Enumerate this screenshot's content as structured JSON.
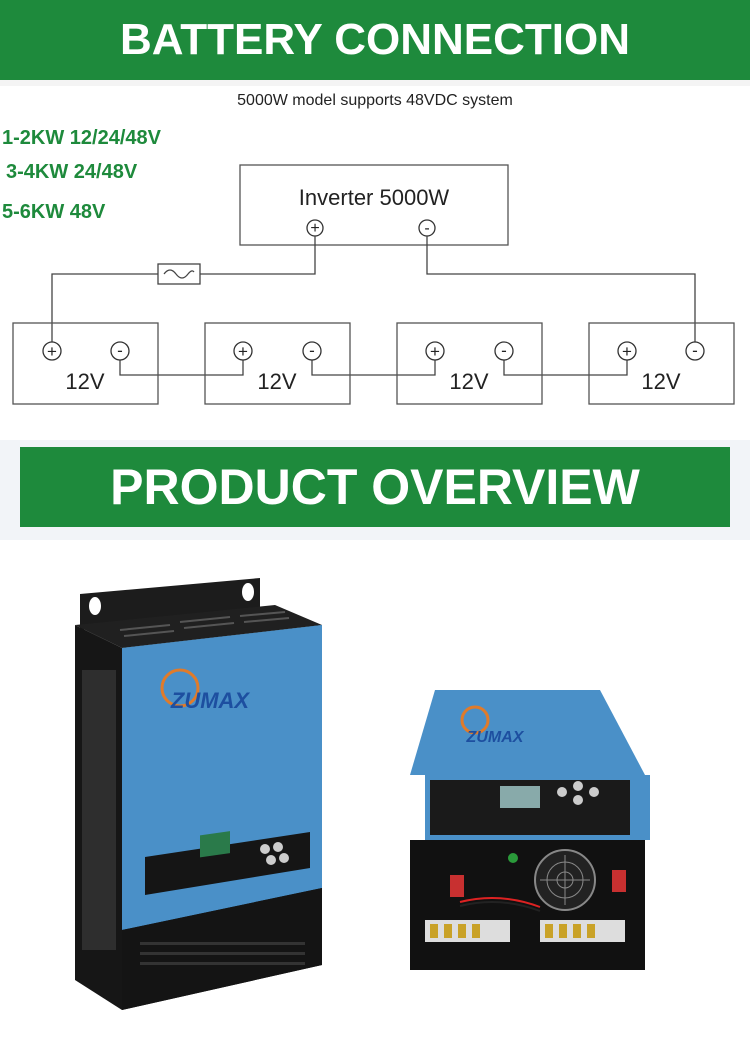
{
  "header": {
    "title": "BATTERY CONNECTION"
  },
  "subtitle": "5000W model supports 48VDC system",
  "specs": [
    "1-2KW 12/24/48V",
    "3-4KW 24/48V",
    "5-6KW 48V"
  ],
  "diagram": {
    "inverter_label": "Inverter 5000W",
    "plus_symbol": "+",
    "minus_symbol": "-",
    "batteries": [
      {
        "label": "12V"
      },
      {
        "label": "12V"
      },
      {
        "label": "12V"
      },
      {
        "label": "12V"
      }
    ]
  },
  "overview": {
    "title": "PRODUCT OVERVIEW"
  },
  "products": {
    "brand": "ZUMAX"
  },
  "colors": {
    "banner_green": "#1e8a3c",
    "spec_green": "#1e8a3c",
    "inverter_blue": "#4a90c8"
  }
}
